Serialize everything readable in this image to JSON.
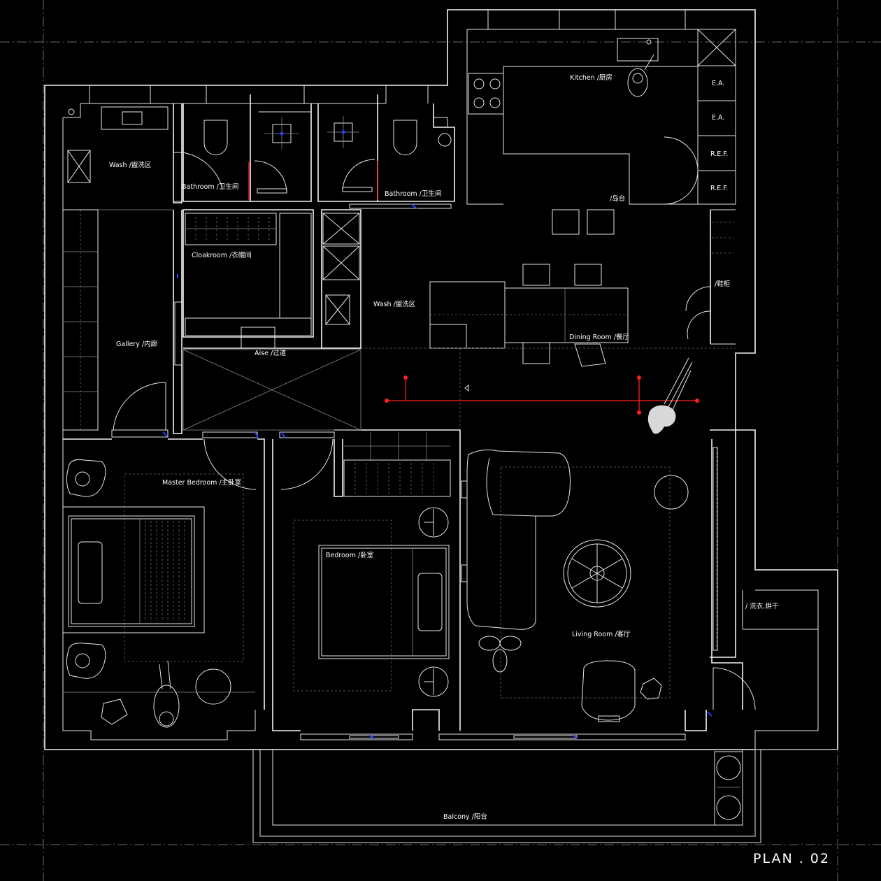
{
  "title": "PLAN . 02",
  "rooms": {
    "kitchen": "Kitchen /厨房",
    "island": "/岛台",
    "wash_top": "Wash /盥洗区",
    "bathroom_left": "Bathroom /卫生间",
    "bathroom_right": "Bathroom /卫生间",
    "cloakroom": "Cloakroom /衣帽间",
    "wash_center": "Wash /盥洗区",
    "shoe_cabinet": "/鞋柜",
    "dining_room": "Dining Room /餐厅",
    "gallery": "Gallery /内廊",
    "aisle": "Aise /过道",
    "master_bedroom": "Master Bedroom /主卧室",
    "bedroom": "Bedroom /卧室",
    "living_room": "Living Room /客厅",
    "laundry": "/ 洗衣.烘干",
    "balcony": "Balcony /阳台"
  },
  "appliances": {
    "ea_1": "E.A.",
    "ea_2": "E.A.",
    "ref_1": "R.E.F.",
    "ref_2": "R.E.F."
  },
  "colors": {
    "background": "#000000",
    "lines": "#f2f2f2",
    "dimension": "#ff2020",
    "window_marker": "#2a3cff"
  }
}
